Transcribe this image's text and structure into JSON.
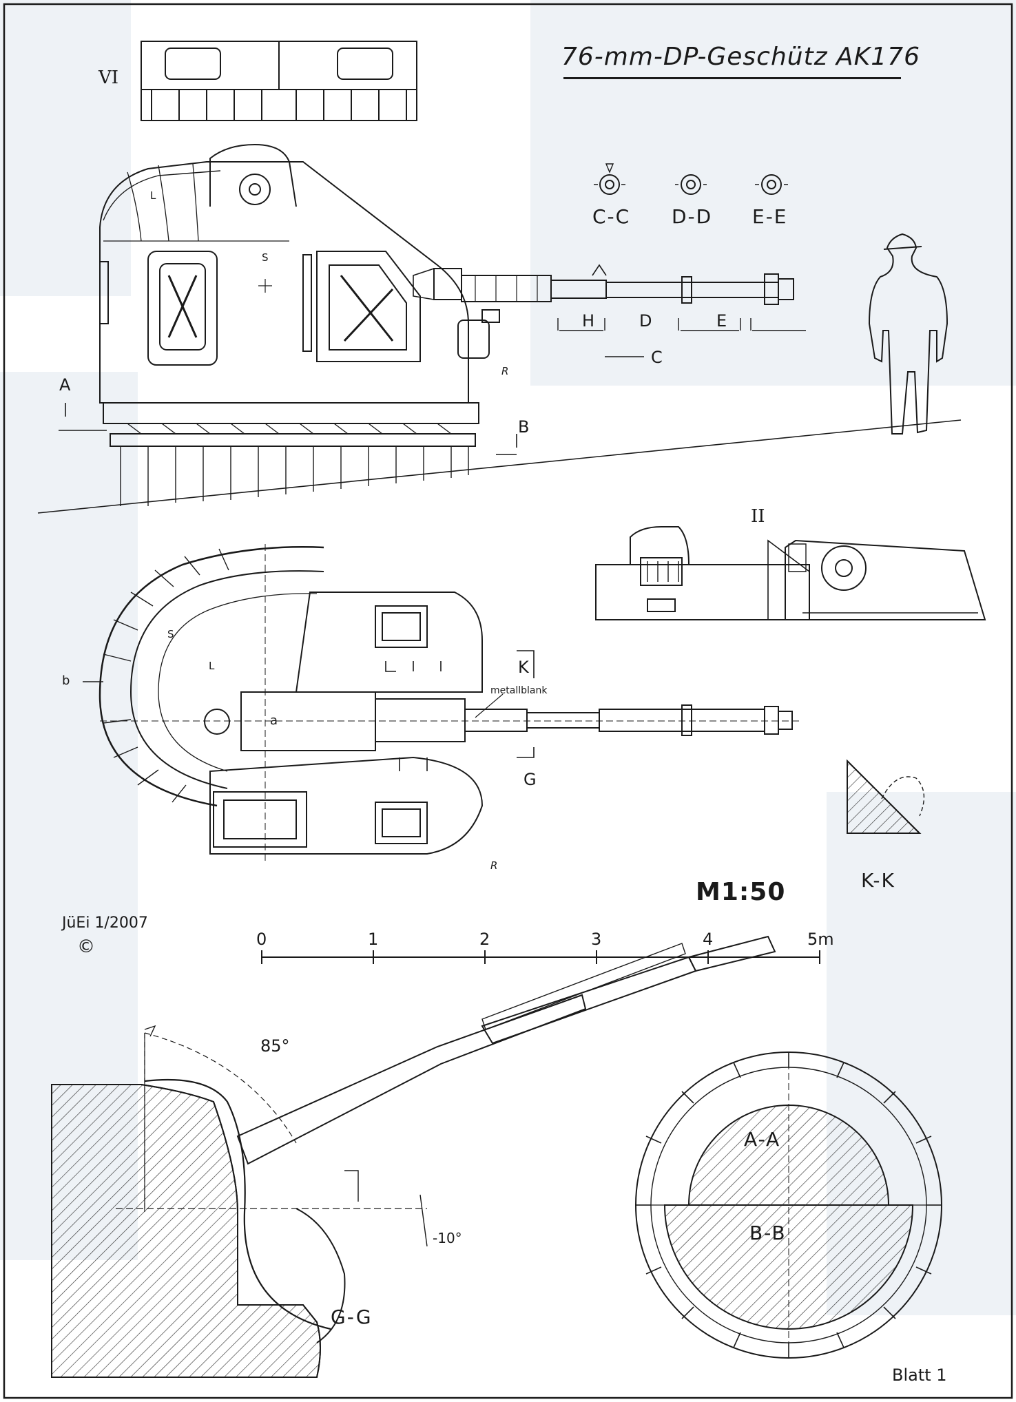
{
  "title": "76-mm-DP-Geschütz AK176",
  "views": {
    "view_vi": "VI",
    "view_ii": "II"
  },
  "sections": {
    "cc": "C-C",
    "dd": "D-D",
    "ee": "E-E",
    "kk": "K-K",
    "gg": "G-G",
    "aa": "A-A",
    "bb": "B-B"
  },
  "side_view_markers": {
    "a": "A",
    "b": "B",
    "h": "H",
    "d": "D",
    "e": "E",
    "c": "C",
    "r": "R",
    "l": "L",
    "s": "S"
  },
  "top_view_markers": {
    "k": "K",
    "g": "G",
    "b_small": "b",
    "a_small": "a",
    "s": "S",
    "l": "L",
    "r": "R",
    "metallblank": "metallblank"
  },
  "elevation": {
    "max": "85°",
    "min": "-10°"
  },
  "scale": {
    "ratio": "M1:50",
    "ticks": [
      "0",
      "1",
      "2",
      "3",
      "4",
      "5m"
    ]
  },
  "signature": "JüEi 1/2007",
  "copyright": "©",
  "sheet": "Blatt 1"
}
